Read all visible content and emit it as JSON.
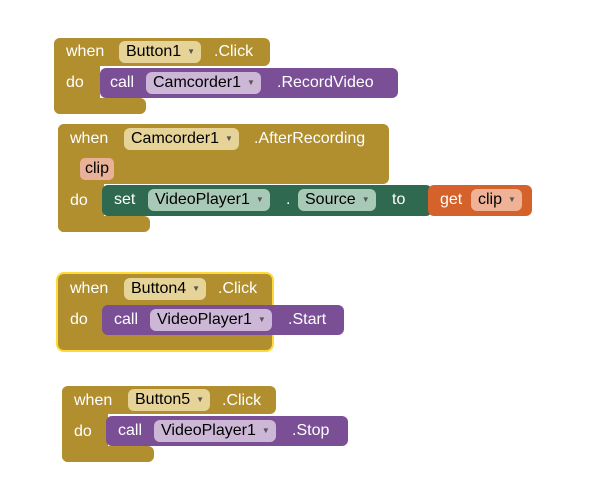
{
  "blocks": [
    {
      "when": "when",
      "component": "Button1",
      "event": ".Click",
      "do": "do",
      "call": "call",
      "target": "Camcorder1",
      "method": ".RecordVideo"
    },
    {
      "when": "when",
      "component": "Camcorder1",
      "event": ".AfterRecording",
      "param": "clip",
      "do": "do",
      "set": "set",
      "target": "VideoPlayer1",
      "dot": ".",
      "property": "Source",
      "to": "to",
      "get": "get",
      "get_var": "clip"
    },
    {
      "when": "when",
      "component": "Button4",
      "event": ".Click",
      "do": "do",
      "call": "call",
      "target": "VideoPlayer1",
      "method": ".Start"
    },
    {
      "when": "when",
      "component": "Button5",
      "event": ".Click",
      "do": "do",
      "call": "call",
      "target": "VideoPlayer1",
      "method": ".Stop"
    }
  ],
  "colors": {
    "event_block": "#B18F2E",
    "procedure_block": "#7B4F96",
    "setter_block": "#2F6A50",
    "getter_block": "#D5622A",
    "selected_outline": "#FFD83A"
  }
}
